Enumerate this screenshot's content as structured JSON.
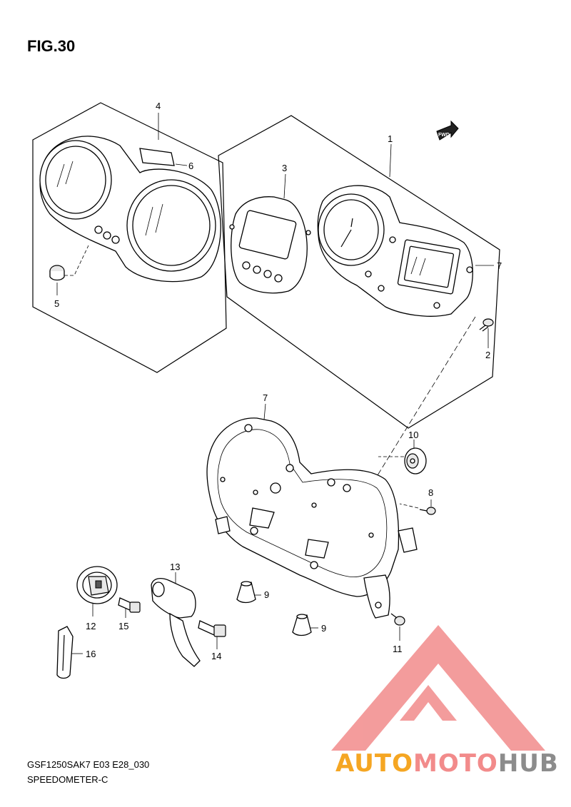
{
  "figure": {
    "title": "FIG.30",
    "model_code": "GSF1250SAK7 E03 E28_030",
    "section_name": "SPEEDOMETER-C",
    "fwd_label": "FWD"
  },
  "callouts": [
    {
      "id": "c1",
      "label": "1"
    },
    {
      "id": "c2",
      "label": "2"
    },
    {
      "id": "c3",
      "label": "3"
    },
    {
      "id": "c4",
      "label": "4"
    },
    {
      "id": "c5",
      "label": "5"
    },
    {
      "id": "c6",
      "label": "6"
    },
    {
      "id": "c7a",
      "label": "7"
    },
    {
      "id": "c7b",
      "label": "7"
    },
    {
      "id": "c8",
      "label": "8"
    },
    {
      "id": "c9a",
      "label": "9"
    },
    {
      "id": "c9b",
      "label": "9"
    },
    {
      "id": "c10",
      "label": "10"
    },
    {
      "id": "c11",
      "label": "11"
    },
    {
      "id": "c12",
      "label": "12"
    },
    {
      "id": "c13",
      "label": "13"
    },
    {
      "id": "c14",
      "label": "14"
    },
    {
      "id": "c15",
      "label": "15"
    },
    {
      "id": "c16",
      "label": "16"
    }
  ],
  "watermark": {
    "part1": "AUTO",
    "part2": "MOTO",
    "part3": "HUB",
    "color_orange": "#f5a623",
    "color_pink": "#f28b8b",
    "color_grey": "#8c8c8c"
  }
}
